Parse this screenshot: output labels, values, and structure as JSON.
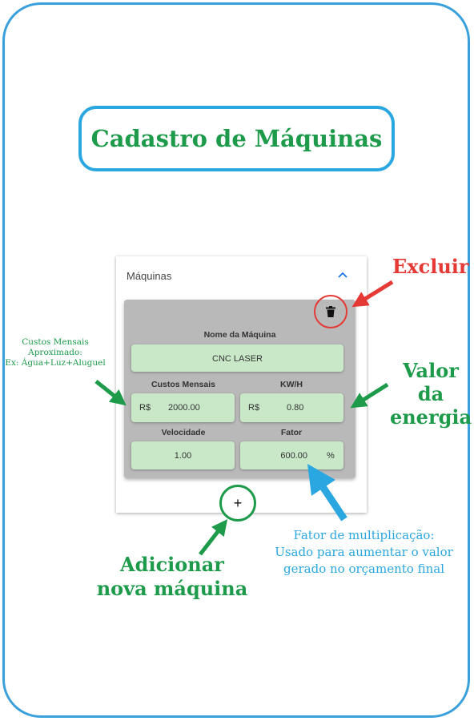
{
  "title": "Cadastro de Máquinas",
  "card": {
    "title": "Máquinas",
    "panel": {
      "nome_label": "Nome da Máquina",
      "nome_value": "CNC LASER",
      "custos_label": "Custos Mensais",
      "custos_prefix": "R$",
      "custos_value": "2000.00",
      "kwh_label": "KW/H",
      "kwh_prefix": "R$",
      "kwh_value": "0.80",
      "velocidade_label": "Velocidade",
      "velocidade_value": "1.00",
      "fator_label": "Fator",
      "fator_value": "600.00",
      "fator_suffix": "%"
    },
    "add_label": "+"
  },
  "annotations": {
    "excluir": "Excluir",
    "valor_line1": "Valor da",
    "valor_line2": "energia",
    "custos_line1": "Custos Mensais",
    "custos_line2": "Aproximado:",
    "custos_line3": "Ex: Água+Luz+Aluguel",
    "adicionar_line1": "Adicionar",
    "adicionar_line2": "nova máquina",
    "fator_line1": "Fator de multiplicação:",
    "fator_line2": "Usado para aumentar o valor",
    "fator_line3": "gerado no orçamento final"
  },
  "colors": {
    "green": "#1d9a4a",
    "blue": "#2aa7e0",
    "red": "#e53935",
    "field": "#c8e8c8",
    "panel": "#b9b9b9"
  }
}
